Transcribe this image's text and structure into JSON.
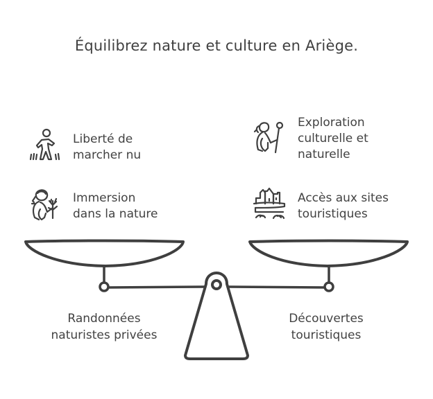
{
  "title": "Équilibrez nature et culture en Ariège.",
  "left": {
    "pan_label_line1": "Randonnées",
    "pan_label_line2": "naturistes privées",
    "items": [
      {
        "icon": "walking-person-icon",
        "line1": "Liberté de",
        "line2": "marcher nu"
      },
      {
        "icon": "person-with-plant-icon",
        "line1": "Immersion",
        "line2": "dans la nature"
      }
    ]
  },
  "right": {
    "pan_label_line1": "Découvertes",
    "pan_label_line2": "touristiques",
    "items": [
      {
        "icon": "explorer-with-staff-icon",
        "line1": "Exploration",
        "line2": "culturelle et",
        "line3": "naturelle"
      },
      {
        "icon": "city-landmark-icon",
        "line1": "Accès aux sites",
        "line2": "touristiques"
      }
    ]
  },
  "colors": {
    "stroke": "#3f3f3f",
    "background": "#ffffff"
  }
}
